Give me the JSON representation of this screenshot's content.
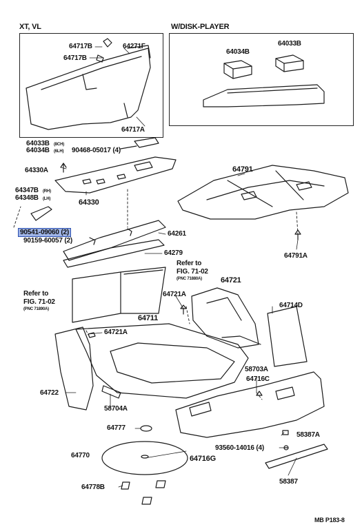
{
  "sections": {
    "xt_vl": "XT, VL",
    "disk_player": "W/DISK-PLAYER"
  },
  "labels": {
    "p64717B_1": "64717B",
    "p64717B_2": "64717B",
    "p64271F": "64271F",
    "p64717A": "64717A",
    "p64034B": "64034B",
    "p64033B": "64033B",
    "p64033B_a": "64033B",
    "p64033B_a_note": "(8CH)",
    "p64034B_a": "64034B",
    "p64034B_a_note": "(6LH)",
    "p90468": "90468-05017 (4)",
    "p64330A": "64330A",
    "p64347B": "64347B",
    "p64347B_note": "(RH)",
    "p64348B": "64348B",
    "p64348B_note": "(LH)",
    "p64330": "64330",
    "p90541": "90541-09060 (2)",
    "p90159": "90159-60057 (2)",
    "p64791": "64791",
    "p64791A": "64791A",
    "p64261": "64261",
    "p64279": "64279",
    "ref1_a": "Refer to",
    "ref1_b": "FIG. 71-02",
    "ref1_c": "(PNC 71880A)",
    "ref2_a": "Refer to",
    "ref2_b": "FIG. 71-02",
    "ref2_c": "(PNC 71890A)",
    "p64721": "64721",
    "p64721A_1": "64721A",
    "p64711": "64711",
    "p64714D": "64714D",
    "p64721A_2": "64721A",
    "p58703A": "58703A",
    "p64716C": "64716C",
    "p64722": "64722",
    "p58704A": "58704A",
    "p64777": "64777",
    "p58387A": "58387A",
    "p64770": "64770",
    "p93560": "93560-14016 (4)",
    "p64716G": "64716G",
    "p58387": "58387",
    "p64778B": "64778B",
    "code": "MB P183-8"
  }
}
